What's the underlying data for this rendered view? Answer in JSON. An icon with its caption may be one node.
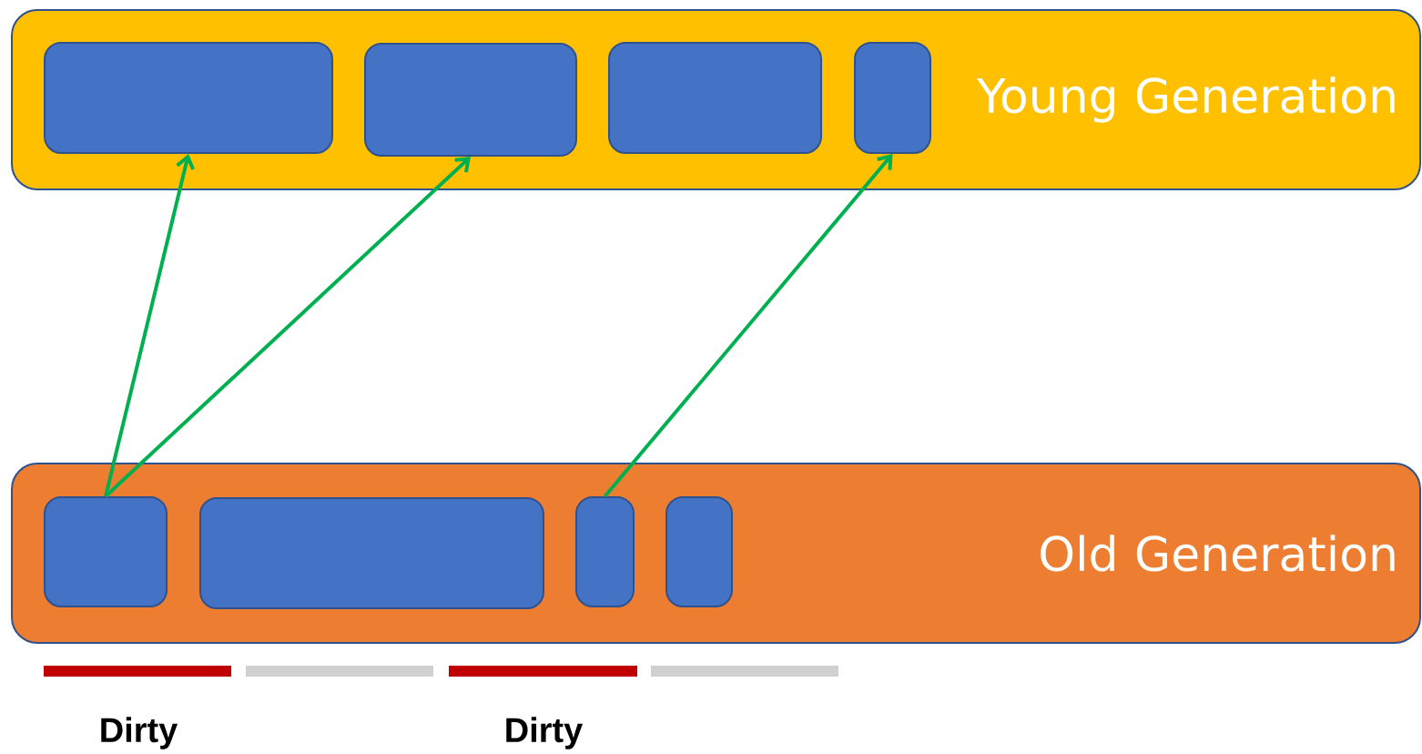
{
  "diagram": {
    "nodes": [
      {
        "text": [
          "Young Generation"
        ]
      },
      {
        "text": [],
        "shape": "box",
        "in": 0
      },
      {
        "text": [],
        "shape": "box",
        "in": 0
      },
      {
        "text": [],
        "shape": "box",
        "in": 0
      },
      {
        "text": [],
        "shape": "box",
        "in": 0
      },
      {
        "text": [
          "Old Generation"
        ]
      },
      {
        "text": [],
        "shape": "box",
        "in": 5
      },
      {
        "text": [],
        "shape": "box",
        "in": 5
      },
      {
        "text": [],
        "shape": "box",
        "in": 5
      },
      {
        "text": [],
        "shape": "box",
        "in": 5
      }
    ],
    "edges": [
      {
        "from": 6,
        "to": 1,
        "arrow": "to"
      },
      {
        "from": 6,
        "to": 2,
        "arrow": "to"
      },
      {
        "from": 8,
        "to": 4,
        "arrow": "to"
      }
    ],
    "labels": [
      "Dirty",
      "Dirty"
    ]
  }
}
